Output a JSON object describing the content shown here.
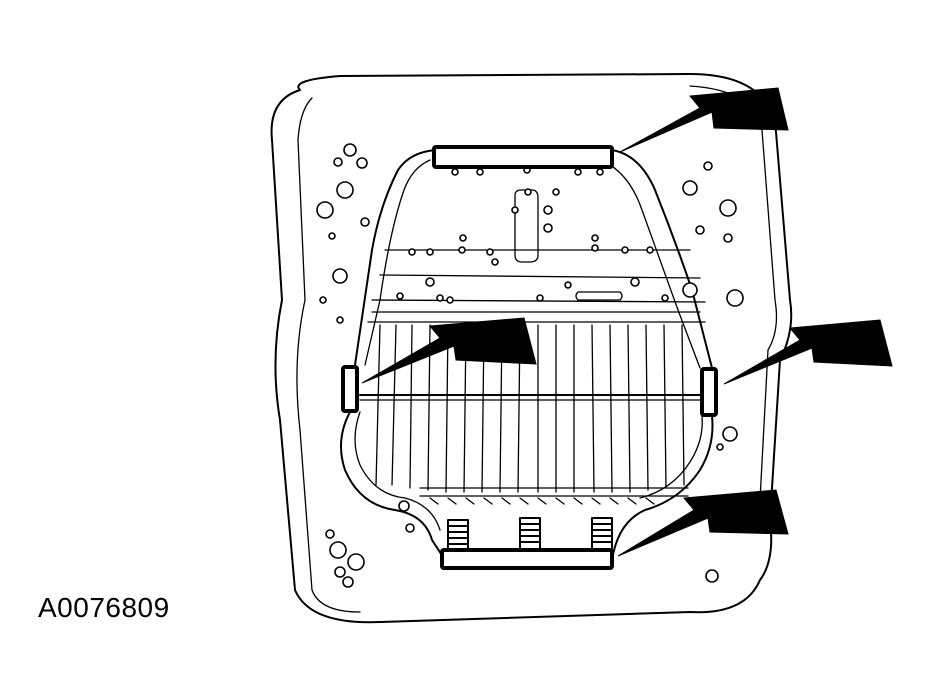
{
  "figure": {
    "id_label": "A0076809"
  },
  "callouts": [
    {
      "name": "arrow-top-clip",
      "target": "top-clip"
    },
    {
      "name": "arrow-left-clip",
      "target": "left-clip"
    },
    {
      "name": "arrow-right-clip",
      "target": "right-clip"
    },
    {
      "name": "arrow-bottom-clip",
      "target": "bottom-clip"
    }
  ],
  "colors": {
    "line": "#000000",
    "background": "#ffffff"
  }
}
